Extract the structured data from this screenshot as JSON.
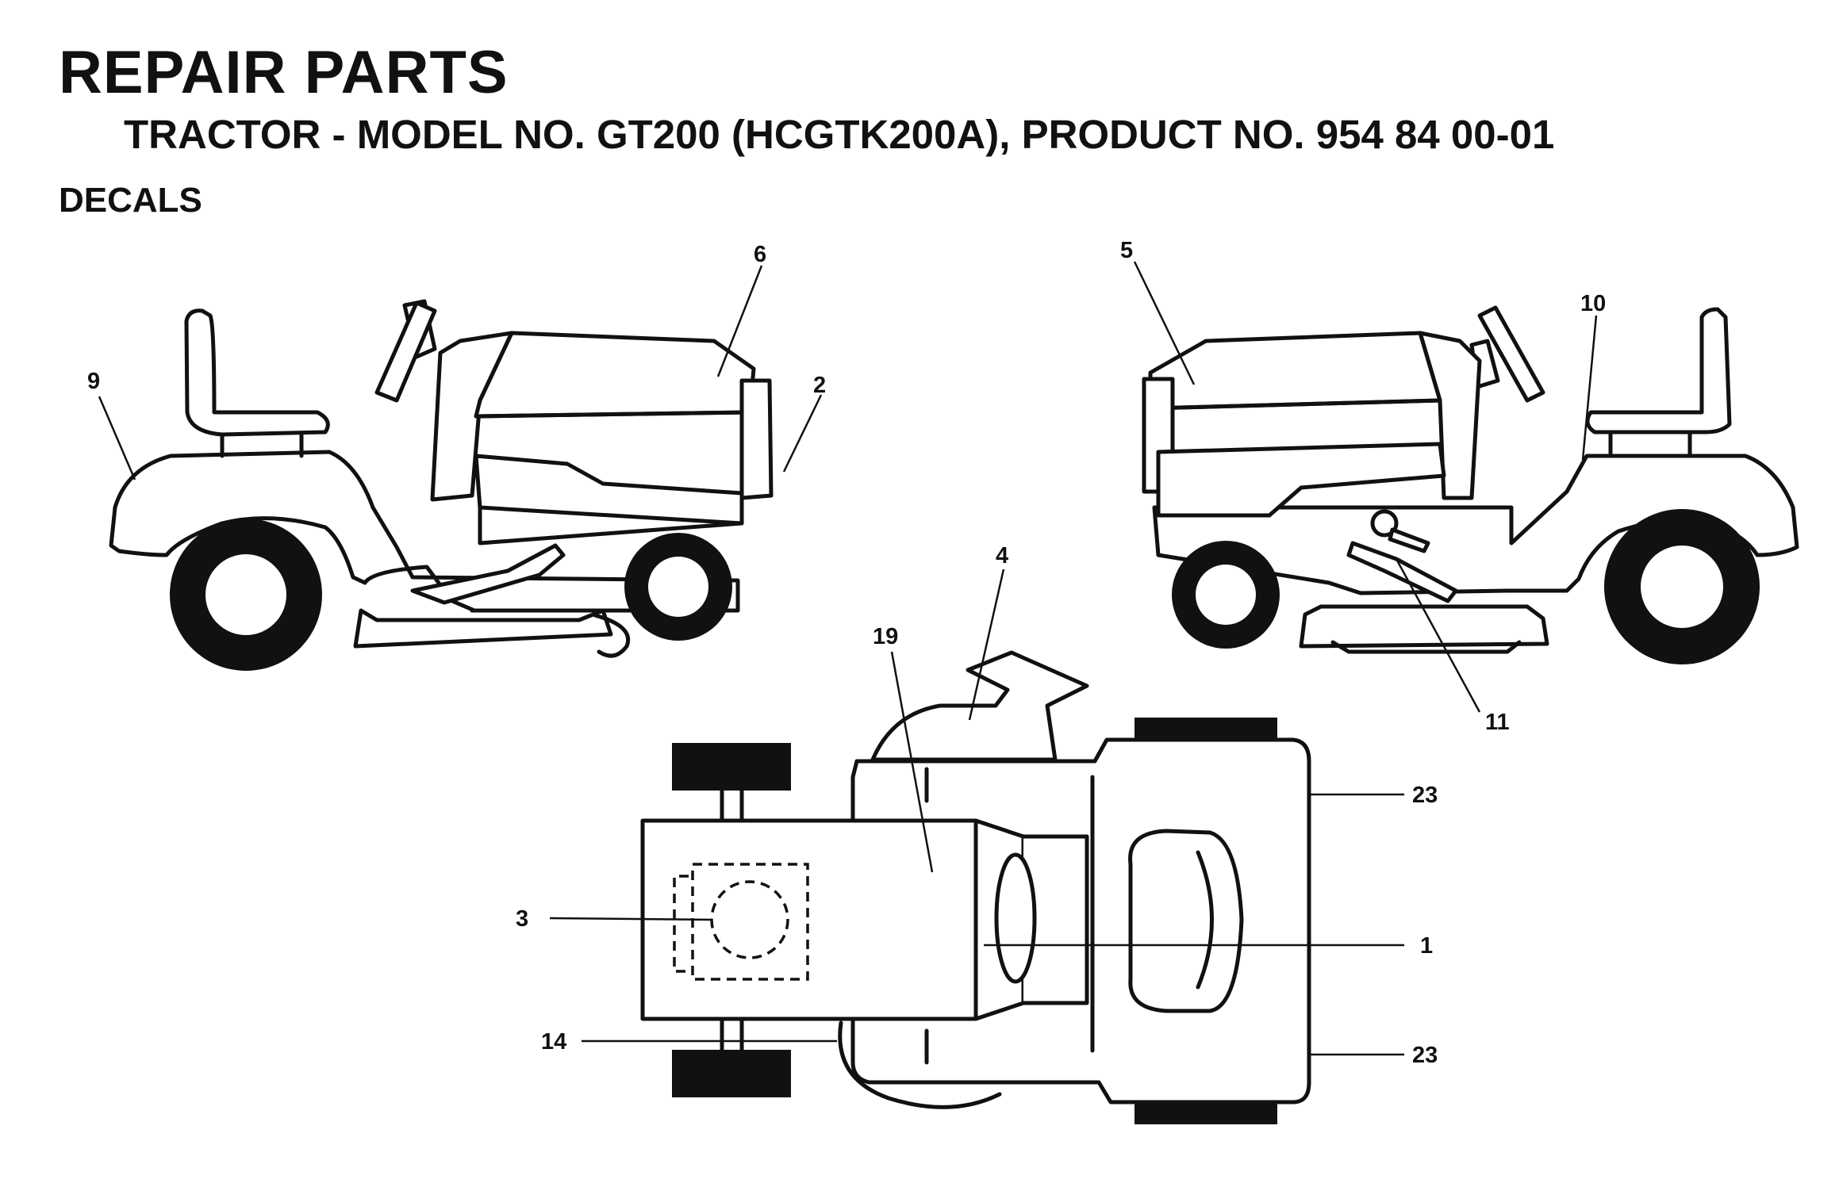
{
  "header": {
    "title": "REPAIR PARTS",
    "subtitle": "TRACTOR - MODEL NO. GT200 (HCGTK200A), PRODUCT NO. 954 84 00-01",
    "section": "DECALS"
  },
  "callouts": {
    "c1": "1",
    "c2": "2",
    "c3": "3",
    "c4": "4",
    "c5": "5",
    "c6": "6",
    "c9": "9",
    "c10": "10",
    "c11": "11",
    "c14": "14",
    "c19": "19",
    "c23a": "23",
    "c23b": "23"
  }
}
